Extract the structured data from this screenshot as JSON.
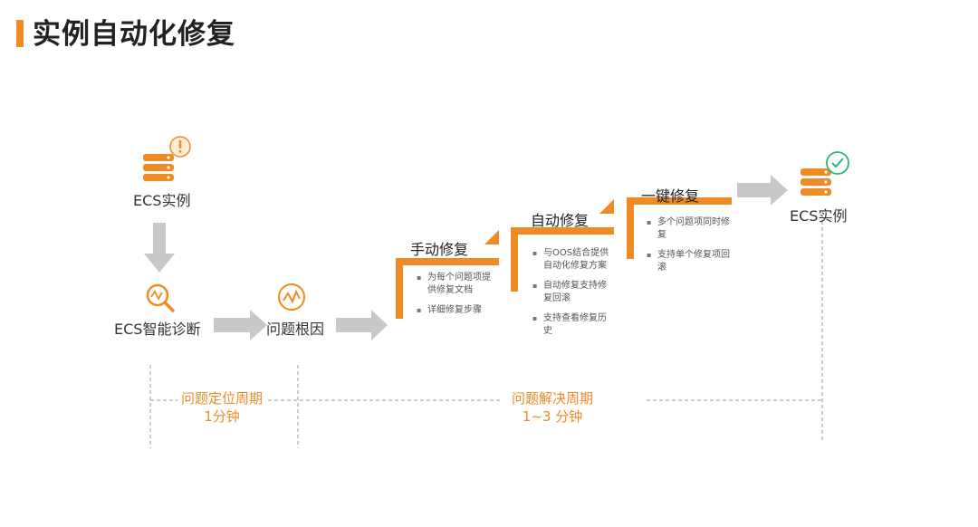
{
  "title": "实例自动化修复",
  "nodes": {
    "ecs_start": "ECS实例",
    "diagnosis": "ECS智能诊断",
    "root_cause": "问题根因",
    "ecs_end": "ECS实例"
  },
  "steps": [
    {
      "title": "手动修复",
      "bullets": [
        "为每个问题项提供修复文档",
        "详细修复步骤"
      ]
    },
    {
      "title": "自动修复",
      "bullets": [
        "与OOS结合提供自动化修复方案",
        "自动修复支持修复回滚",
        "支持查看修复历史"
      ]
    },
    {
      "title": "一键修复",
      "bullets": [
        "多个问题项同时修复",
        "支持单个修复项回滚"
      ]
    }
  ],
  "phases": {
    "locate": {
      "line1": "问题定位周期",
      "line2": "1分钟"
    },
    "resolve": {
      "line1": "问题解决周期",
      "line2": "1~3 分钟"
    }
  },
  "colors": {
    "accent": "#f08a24",
    "arrow": "#c8c8c8",
    "ok": "#2bb673",
    "line": "#9a9a9a"
  },
  "icons": [
    "server-stack-icon",
    "alert-icon",
    "magnifier-icon",
    "pulse-icon",
    "check-icon"
  ]
}
